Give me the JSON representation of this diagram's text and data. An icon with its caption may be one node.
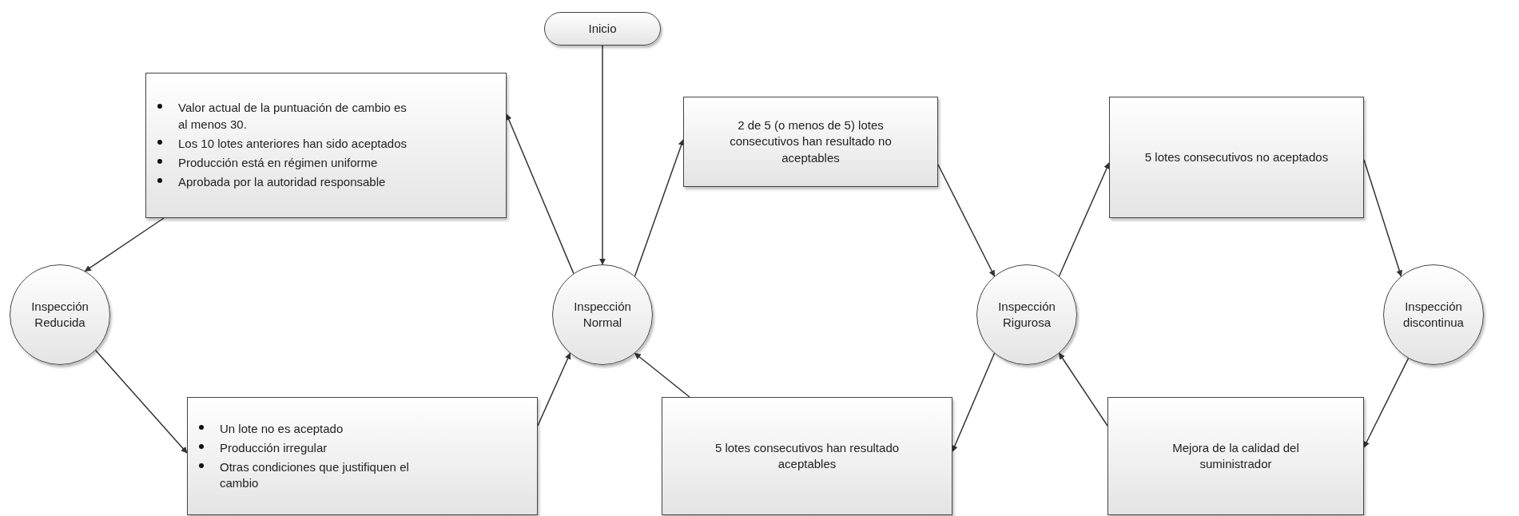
{
  "diagram": {
    "nodes": [
      {
        "text": [
          "Inicio"
        ]
      },
      {
        "text": [
          "Valor actual de la puntuación de cambio es al menos 30.",
          "Los 10 lotes anteriores han sido aceptados",
          "Producción está en régimen uniforme",
          "Aprobada por la autoridad responsable"
        ]
      },
      {
        "text": [
          "Inspección Reducida"
        ]
      },
      {
        "text": [
          "Inspección Normal"
        ]
      },
      {
        "text": [
          "2 de 5 (o menos de 5) lotes consecutivos han resultado no aceptables"
        ]
      },
      {
        "text": [
          "5 lotes consecutivos no aceptados"
        ]
      },
      {
        "text": [
          "Inspección Rigurosa"
        ]
      },
      {
        "text": [
          "Inspección discontinua"
        ]
      },
      {
        "text": [
          "Un lote no es aceptado",
          "Producción irregular",
          "Otras condiciones que justifiquen el cambio"
        ]
      },
      {
        "text": [
          "5 lotes consecutivos han resultado aceptables"
        ]
      },
      {
        "text": [
          "Mejora de la calidad del suministrador"
        ]
      }
    ],
    "edges": [
      {
        "from": 0,
        "to": 3,
        "arrow": "to"
      },
      {
        "from": 3,
        "to": 1,
        "arrow": "to"
      },
      {
        "from": 1,
        "to": 2,
        "arrow": "to"
      },
      {
        "from": 2,
        "to": 8,
        "arrow": "to"
      },
      {
        "from": 8,
        "to": 3,
        "arrow": "to"
      },
      {
        "from": 3,
        "to": 4,
        "arrow": "to"
      },
      {
        "from": 4,
        "to": 6,
        "arrow": "to"
      },
      {
        "from": 6,
        "to": 5,
        "arrow": "to"
      },
      {
        "from": 5,
        "to": 7,
        "arrow": "to"
      },
      {
        "from": 7,
        "to": 10,
        "arrow": "to"
      },
      {
        "from": 10,
        "to": 6,
        "arrow": "to"
      },
      {
        "from": 6,
        "to": 9,
        "arrow": "to"
      },
      {
        "from": 9,
        "to": 3,
        "arrow": "to"
      }
    ]
  }
}
